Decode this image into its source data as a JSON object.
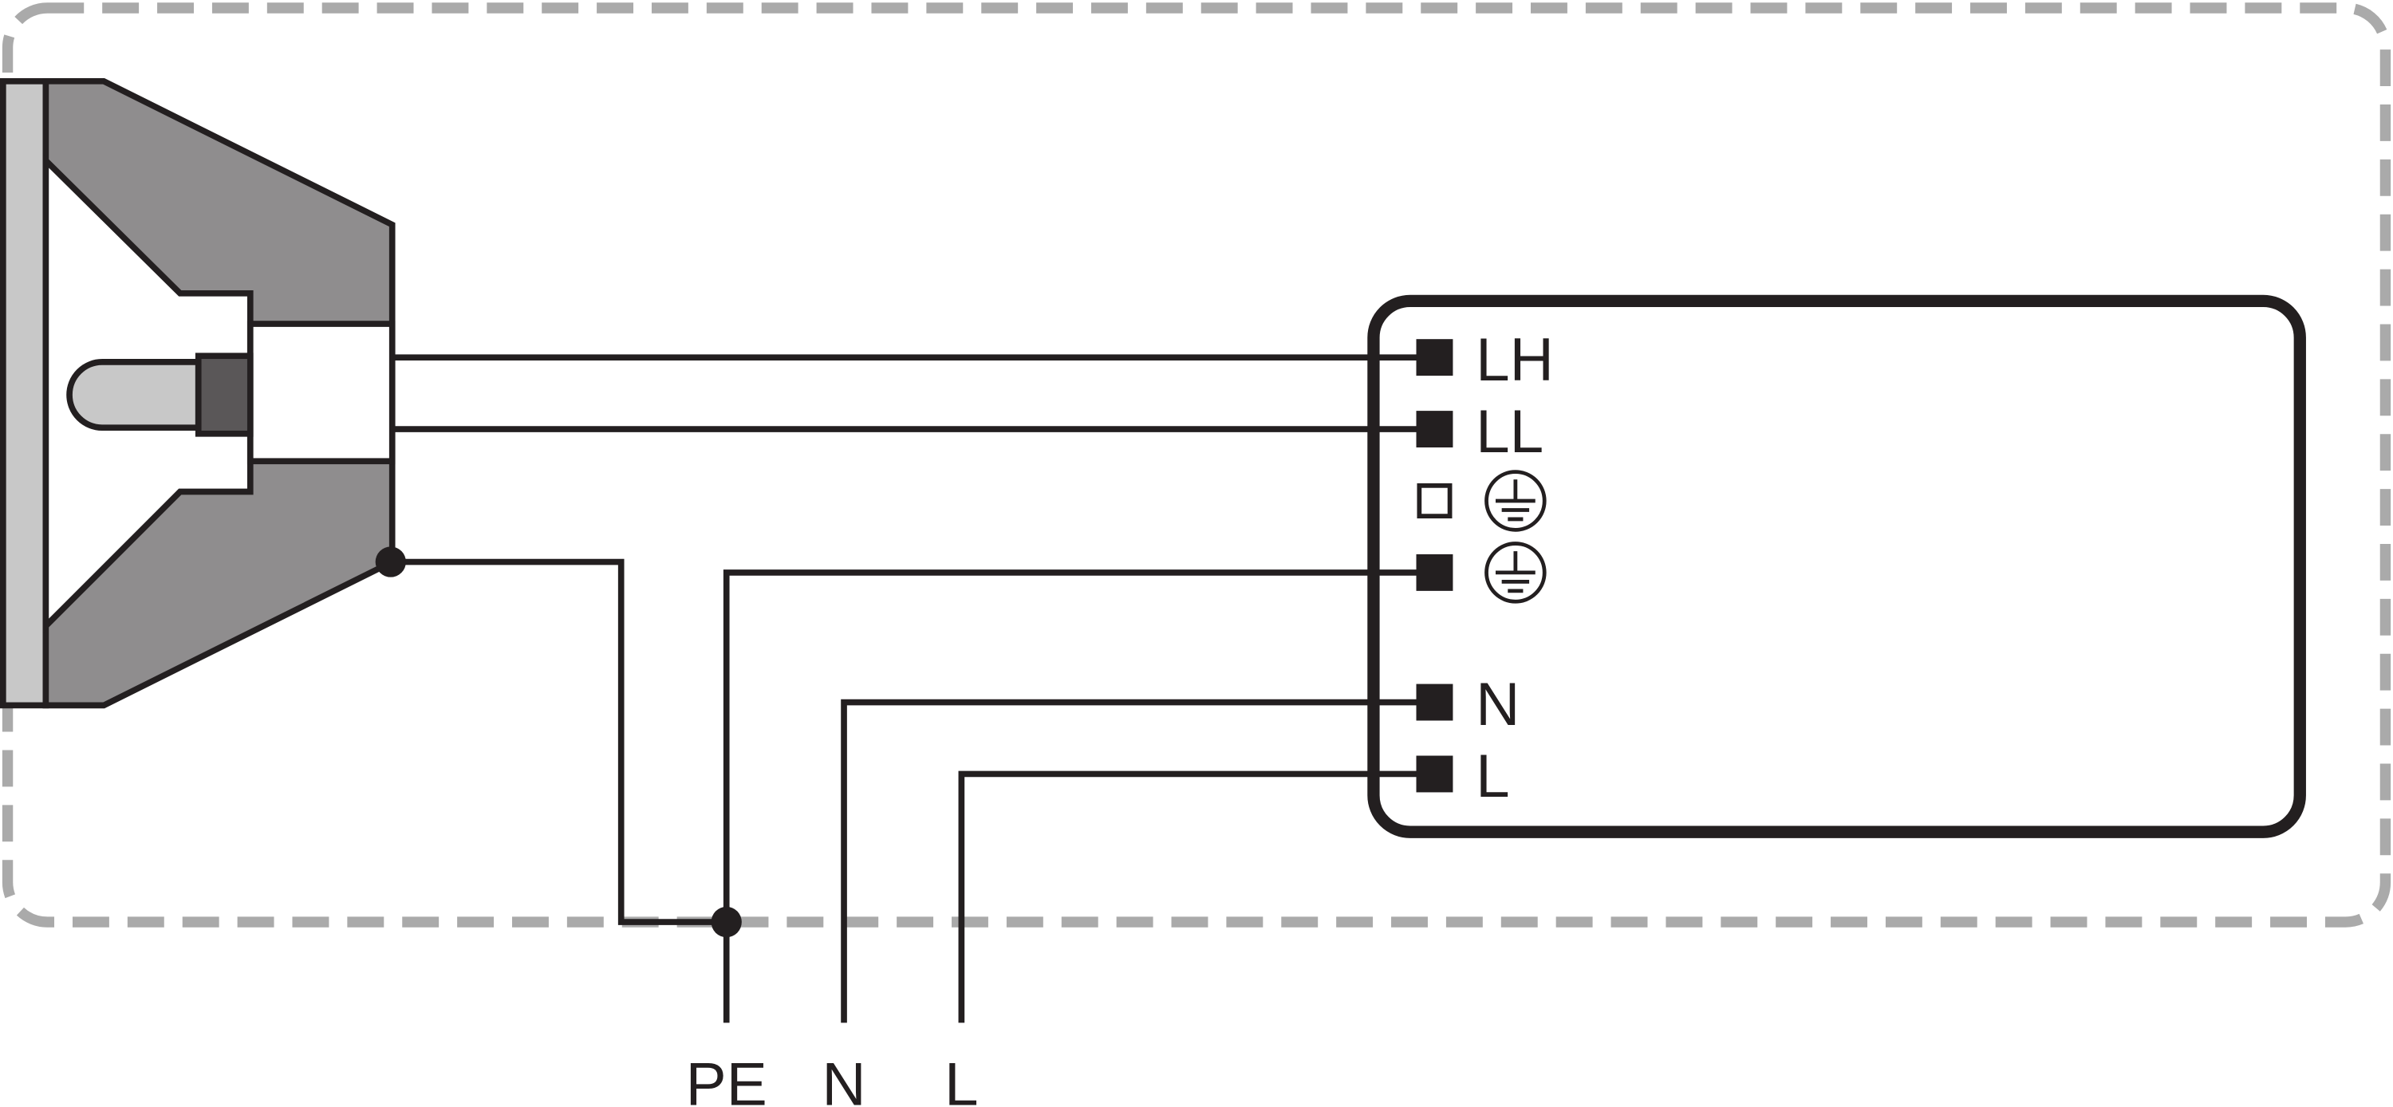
{
  "diagram": {
    "terminals": [
      {
        "id": "LH",
        "label": "LH"
      },
      {
        "id": "LL",
        "label": "LL"
      },
      {
        "id": "PE-unconnected",
        "symbol": "protective-earth-icon"
      },
      {
        "id": "PE",
        "symbol": "protective-earth-icon"
      },
      {
        "id": "N",
        "label": "N"
      },
      {
        "id": "L",
        "label": "L"
      }
    ],
    "supply_labels": {
      "pe": "PE",
      "n": "N",
      "l": "L"
    },
    "colors": {
      "line": "#231f20",
      "housing": "#8f8d8e",
      "lens": "#c8c8c8",
      "base": "#5a5758",
      "border_dash": "#aaaaaa"
    }
  }
}
